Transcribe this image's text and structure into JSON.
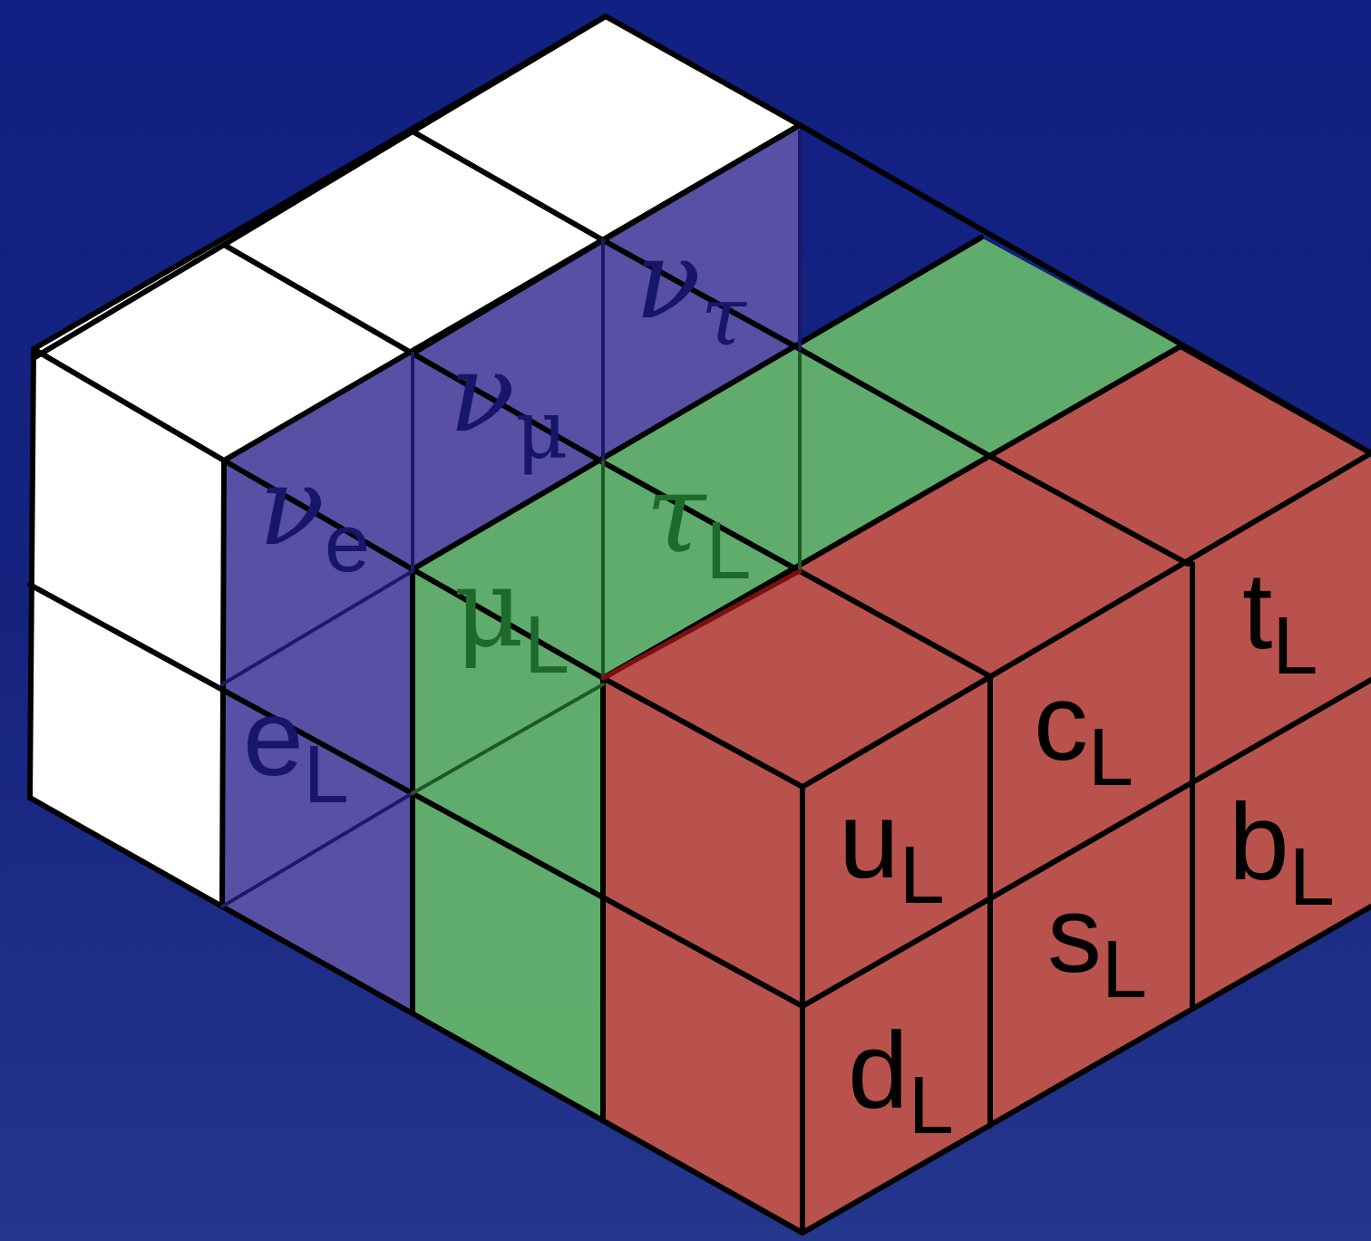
{
  "colors": {
    "background": "#15237f",
    "white_cells": "#ffffff",
    "neutrino_cells": "#5b52a6",
    "lepton_cells": "#63b26b",
    "quark_cells": "#b9524c",
    "edges": "#000000",
    "neutrino_label": "#17166a",
    "lepton_label": "#1e6a2a",
    "quark_label": "#000000"
  },
  "labels": {
    "nu_e": {
      "base": "ν",
      "sub": "e"
    },
    "nu_mu": {
      "base": "ν",
      "sub": "μ"
    },
    "nu_tau": {
      "base": "ν",
      "sub": "τ"
    },
    "e_L": {
      "base": "e",
      "sub": "L"
    },
    "mu_L": {
      "base": "μ",
      "sub": "L"
    },
    "tau_L": {
      "base": "τ",
      "sub": "L"
    },
    "u_L": {
      "base": "u",
      "sub": "L"
    },
    "c_L": {
      "base": "c",
      "sub": "L"
    },
    "t_L": {
      "base": "t",
      "sub": "L"
    },
    "d_L": {
      "base": "d",
      "sub": "L"
    },
    "s_L": {
      "base": "s",
      "sub": "L"
    },
    "b_L": {
      "base": "b",
      "sub": "L"
    }
  }
}
